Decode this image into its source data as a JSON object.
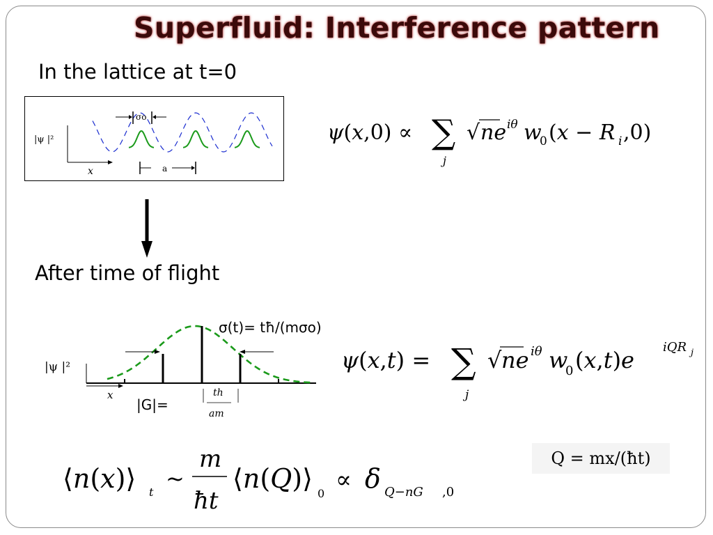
{
  "title": "Superfluid: Interference pattern",
  "section_lattice": "In the lattice at t=0",
  "section_flight": "After time of flight",
  "lattice_diagram": {
    "y_axis_label": "|ψ |²",
    "x_axis_label": "x",
    "sigma_label": "σo",
    "spacing_label": "a",
    "wave_color": "#1a2ccf",
    "peak_color": "#1a9a1a"
  },
  "flight_diagram": {
    "y_axis_label": "|ψ |²",
    "x_axis_label": "x",
    "width_note": "σ(t)= tħ/(mσo)",
    "g_label": "|G|=",
    "g_fraction_num": "th",
    "g_fraction_den": "am",
    "envelope_color": "#1a9a1a"
  },
  "equations": {
    "psi_initial": "ψ(x,0) ∝ Σj √n e^{iθ} w0(x − Ri ,0)",
    "psi_time": "ψ(x,t) = Σj √n e^{iθ} w0(x,t) e^{iQRj}",
    "density": "⟨n(x)⟩t ~ (m/ħt) ⟨n(Q)⟩0 ∝ δQ−nG,0",
    "q_definition": "Q = mx/(ħt)"
  }
}
